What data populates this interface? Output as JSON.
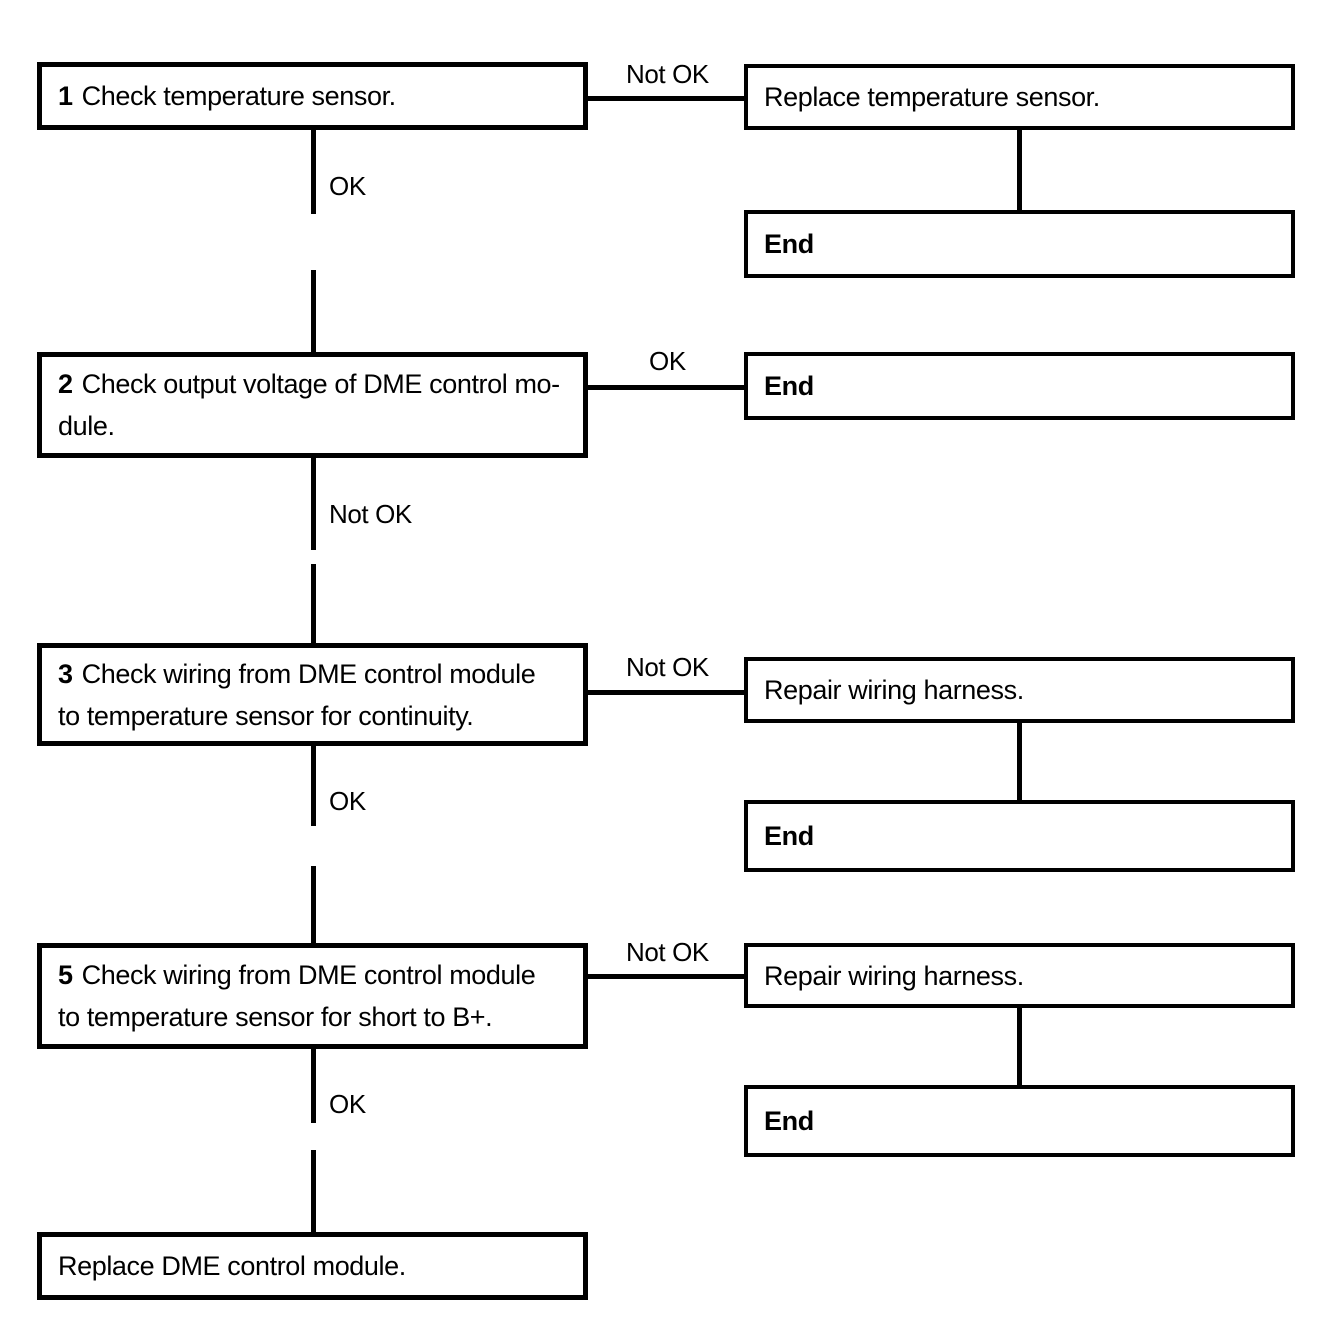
{
  "colors": {
    "ink": "#000000",
    "paper": "#ffffff"
  },
  "nodes": {
    "step1": {
      "num": "1",
      "text": "Check temperature sensor."
    },
    "replace_sensor": {
      "text": "Replace temperature sensor."
    },
    "end1": {
      "text": "End"
    },
    "step2": {
      "num": "2",
      "text": "Check output voltage of DME control mo-\ndule."
    },
    "end2": {
      "text": "End"
    },
    "step3": {
      "num": "3",
      "text": "Check wiring from DME control module\nto temperature sensor for continuity."
    },
    "repair1": {
      "text": "Repair wiring harness."
    },
    "end3": {
      "text": "End"
    },
    "step5": {
      "num": "5",
      "text": "Check wiring from DME control module\nto temperature sensor for short to B+."
    },
    "repair2": {
      "text": "Repair wiring harness."
    },
    "end4": {
      "text": "End"
    },
    "replace_dme": {
      "text": "Replace DME control module."
    }
  },
  "labels": {
    "notok1": "Not OK",
    "ok1": "OK",
    "ok2": "OK",
    "notok2": "Not OK",
    "notok3": "Not OK",
    "ok3": "OK",
    "notok4": "Not OK",
    "ok4": "OK"
  }
}
